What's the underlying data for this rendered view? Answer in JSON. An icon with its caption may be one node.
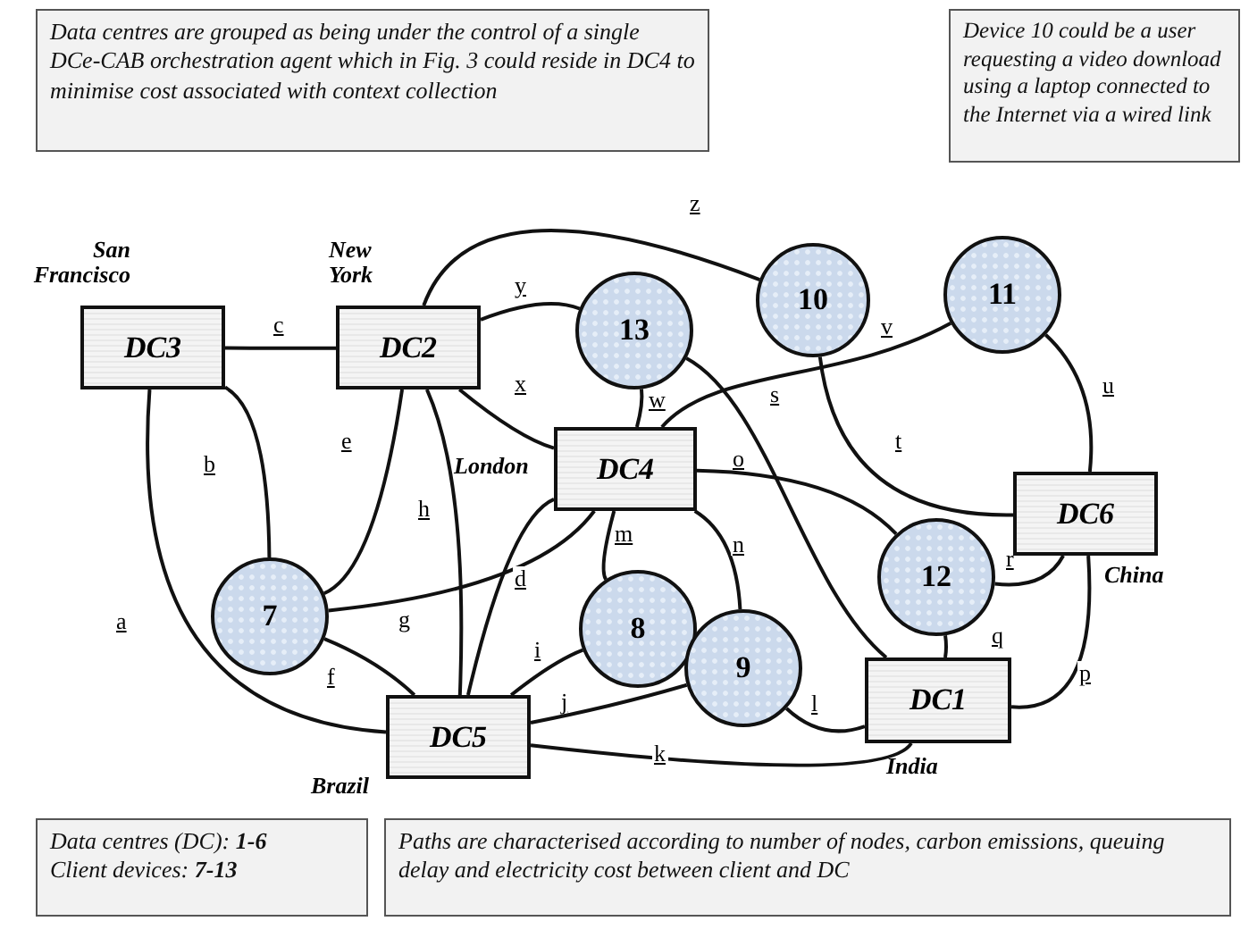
{
  "diagram": {
    "nodes": [
      {
        "text": [
          "Data centres are grouped as being under the control of a single DCe-CAB orchestration agent which in Fig. 3 could reside in DC4 to minimise cost associated with context collection"
        ]
      },
      {
        "text": [
          "Device 10 could be a user requesting a video download using a laptop connected to the Internet via a wired link"
        ]
      },
      {
        "text": [
          "10"
        ]
      },
      {
        "text": [
          "DC3"
        ],
        "beside": [
          "San Francisco"
        ]
      },
      {
        "text": [
          "DC2"
        ],
        "beside": [
          "New York"
        ]
      },
      {
        "text": [
          "13"
        ]
      },
      {
        "text": [
          "11"
        ]
      },
      {
        "text": [
          "DC4"
        ],
        "beside": [
          "London"
        ]
      },
      {
        "text": [
          "DC6"
        ],
        "beside": [
          "China"
        ]
      },
      {
        "text": [
          "7"
        ]
      },
      {
        "text": [
          "12"
        ]
      },
      {
        "text": [
          "8"
        ]
      },
      {
        "text": [
          "9"
        ]
      },
      {
        "text": [
          "DC1"
        ],
        "beside": [
          "India"
        ]
      },
      {
        "text": [
          "DC5"
        ],
        "beside": [
          "Brazil"
        ]
      },
      {
        "text": [
          "Data centres (DC): **1-6**",
          "Client devices: **7-13**"
        ]
      },
      {
        "text": [
          "Paths are characterised according to number of nodes, carbon emissions, queuing delay and electricity cost between client and DC"
        ]
      }
    ],
    "edges": [
      {
        "from": 3,
        "to": 14,
        "arrow": "none",
        "label": "a"
      },
      {
        "from": 3,
        "to": 9,
        "arrow": "none",
        "label": "b"
      },
      {
        "from": 3,
        "to": 4,
        "arrow": "none",
        "label": "c"
      },
      {
        "from": 14,
        "to": 7,
        "arrow": "none",
        "label": "d"
      },
      {
        "from": 4,
        "to": 9,
        "arrow": "none",
        "label": "e"
      },
      {
        "from": 9,
        "to": 14,
        "arrow": "none",
        "label": "f"
      },
      {
        "from": 9,
        "to": 7,
        "arrow": "none",
        "label": "g"
      },
      {
        "from": 4,
        "to": 14,
        "arrow": "none",
        "label": "h"
      },
      {
        "from": 14,
        "to": 11,
        "arrow": "none",
        "label": "i"
      },
      {
        "from": 14,
        "to": 12,
        "arrow": "none",
        "label": "j"
      },
      {
        "from": 14,
        "to": 13,
        "arrow": "none",
        "label": "k"
      },
      {
        "from": 12,
        "to": 13,
        "arrow": "none",
        "label": "l"
      },
      {
        "from": 7,
        "to": 11,
        "arrow": "none",
        "label": "m"
      },
      {
        "from": 7,
        "to": 12,
        "arrow": "none",
        "label": "n"
      },
      {
        "from": 7,
        "to": 10,
        "arrow": "none",
        "label": "o"
      },
      {
        "from": 13,
        "to": 8,
        "arrow": "none",
        "label": "p"
      },
      {
        "from": 10,
        "to": 13,
        "arrow": "none",
        "label": "q"
      },
      {
        "from": 10,
        "to": 8,
        "arrow": "none",
        "label": "r"
      },
      {
        "from": 5,
        "to": 13,
        "arrow": "none",
        "label": "s"
      },
      {
        "from": 2,
        "to": 8,
        "arrow": "none",
        "label": "t"
      },
      {
        "from": 6,
        "to": 8,
        "arrow": "none",
        "label": "u"
      },
      {
        "from": 7,
        "to": 6,
        "arrow": "none",
        "label": "v"
      },
      {
        "from": 7,
        "to": 5,
        "arrow": "none",
        "label": "w"
      },
      {
        "from": 4,
        "to": 7,
        "arrow": "none",
        "label": "x"
      },
      {
        "from": 4,
        "to": 5,
        "arrow": "none",
        "label": "y"
      },
      {
        "from": 4,
        "to": 2,
        "arrow": "none",
        "label": "z"
      }
    ]
  }
}
